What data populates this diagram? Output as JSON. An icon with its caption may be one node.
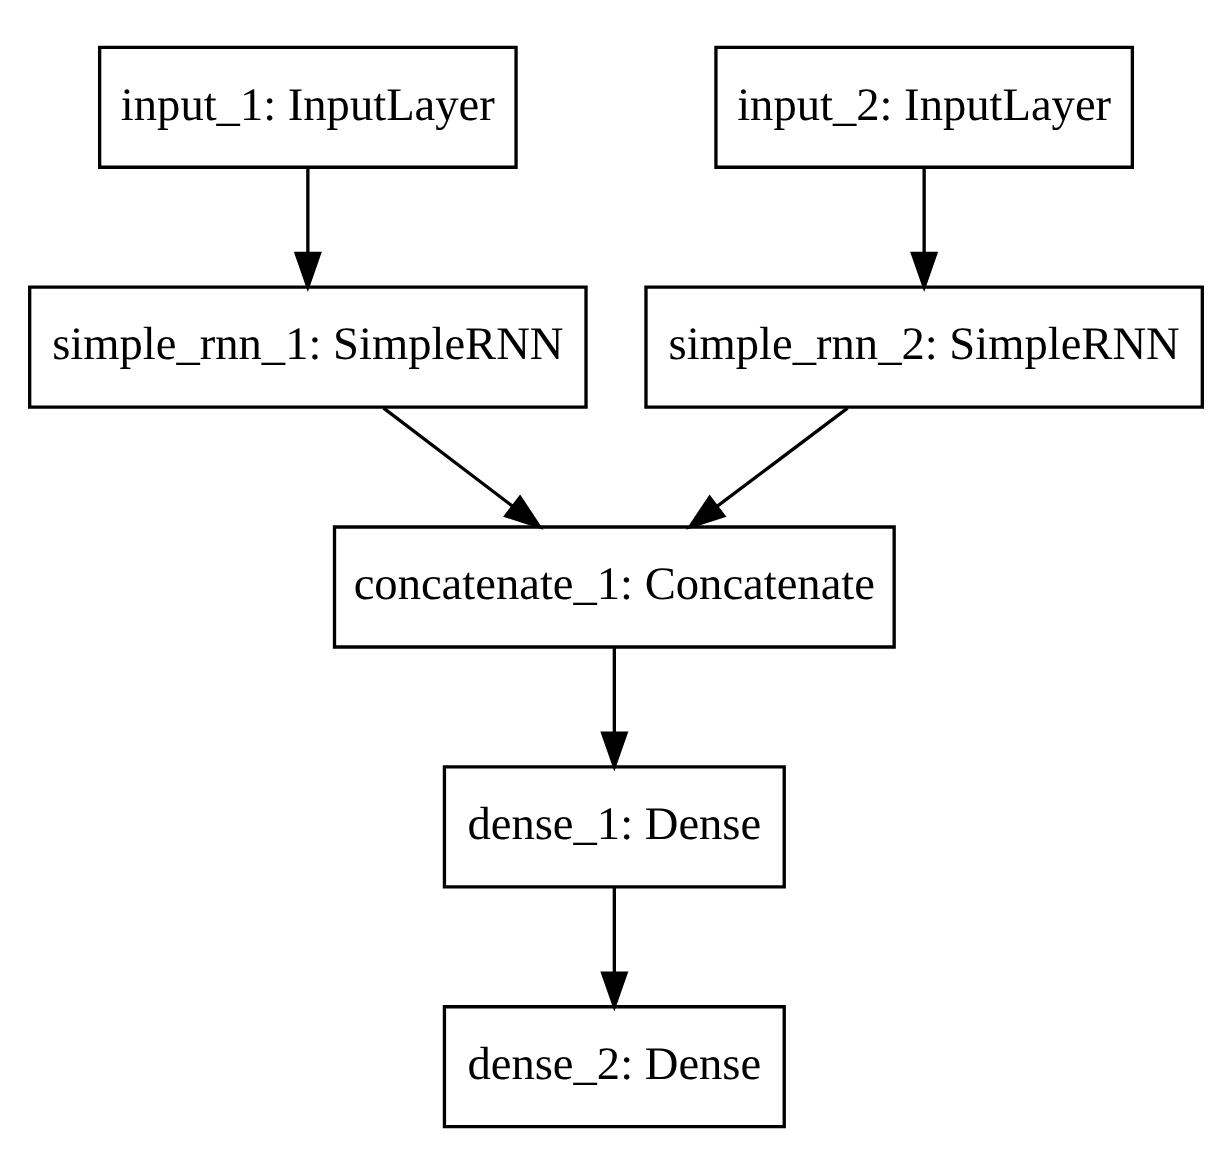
{
  "diagram": {
    "nodes": [
      {
        "text": [
          "input_1: InputLayer"
        ]
      },
      {
        "text": [
          "input_2: InputLayer"
        ]
      },
      {
        "text": [
          "simple_rnn_1: SimpleRNN"
        ]
      },
      {
        "text": [
          "simple_rnn_2: SimpleRNN"
        ]
      },
      {
        "text": [
          "concatenate_1: Concatenate"
        ]
      },
      {
        "text": [
          "dense_1: Dense"
        ]
      },
      {
        "text": [
          "dense_2: Dense"
        ]
      }
    ],
    "edges": [
      {
        "from": 0,
        "to": 2,
        "arrow": "to"
      },
      {
        "from": 1,
        "to": 3,
        "arrow": "to"
      },
      {
        "from": 2,
        "to": 4,
        "arrow": "to"
      },
      {
        "from": 3,
        "to": 4,
        "arrow": "to"
      },
      {
        "from": 4,
        "to": 5,
        "arrow": "to"
      },
      {
        "from": 5,
        "to": 6,
        "arrow": "to"
      }
    ]
  }
}
